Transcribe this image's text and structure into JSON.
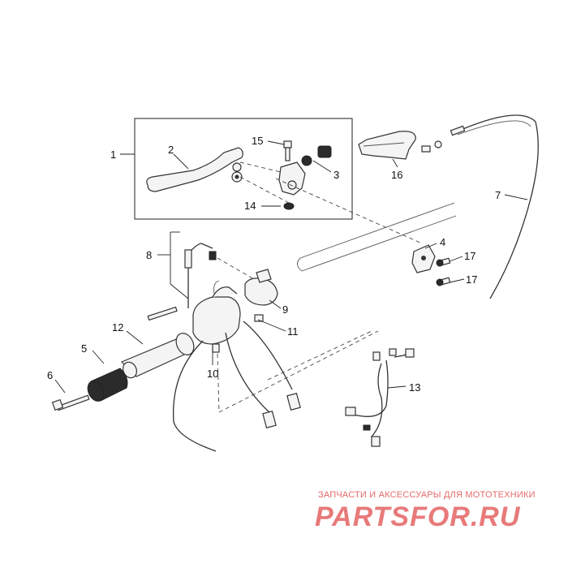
{
  "callouts": {
    "c1": "1",
    "c2": "2",
    "c3": "3",
    "c4": "4",
    "c5": "5",
    "c6": "6",
    "c7": "7",
    "c8": "8",
    "c9": "9",
    "c10": "10",
    "c11": "11",
    "c12": "12",
    "c13": "13",
    "c14": "14",
    "c15": "15",
    "c16": "16",
    "c17a": "17",
    "c17b": "17"
  },
  "watermark": {
    "tagline": "ЗАПЧАСТИ И АКСЕССУАРЫ ДЛЯ МОТОТЕХНИКИ",
    "logo": "PARTSFOR.RU"
  }
}
